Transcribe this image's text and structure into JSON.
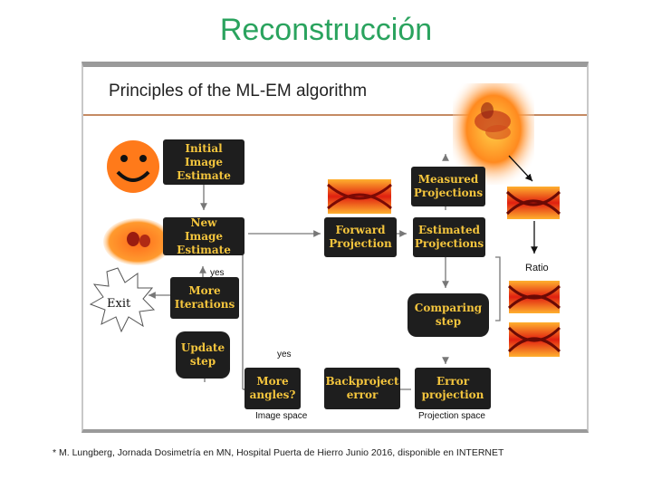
{
  "slide_title": "Reconstrucción",
  "figure": {
    "title": "Principles of the ML-EM algorithm",
    "boxes": {
      "initial": "Initial Image\nEstimate",
      "new": "New\nImage Estimate",
      "more_iter": "More\nIterations",
      "update": "Update\nstep",
      "more_angles": "More\nangles?",
      "backproject": "Backproject\nerror",
      "error_proj": "Error\nprojection",
      "comparing": "Comparing\nstep",
      "estimated": "Estimated\nProjections",
      "forward": "Forward\nProjection",
      "measured": "Measured\nProjections"
    },
    "labels": {
      "yes_top": "yes",
      "yes_bottom": "yes",
      "ratio": "Ratio",
      "exit": "Exit",
      "image_space": "Image space",
      "projection_space": "Projection space"
    }
  },
  "footnote": "* M. Lungberg, Jornada Dosimetría en MN, Hospital Puerta de Hierro Junio 2016, disponible en INTERNET"
}
